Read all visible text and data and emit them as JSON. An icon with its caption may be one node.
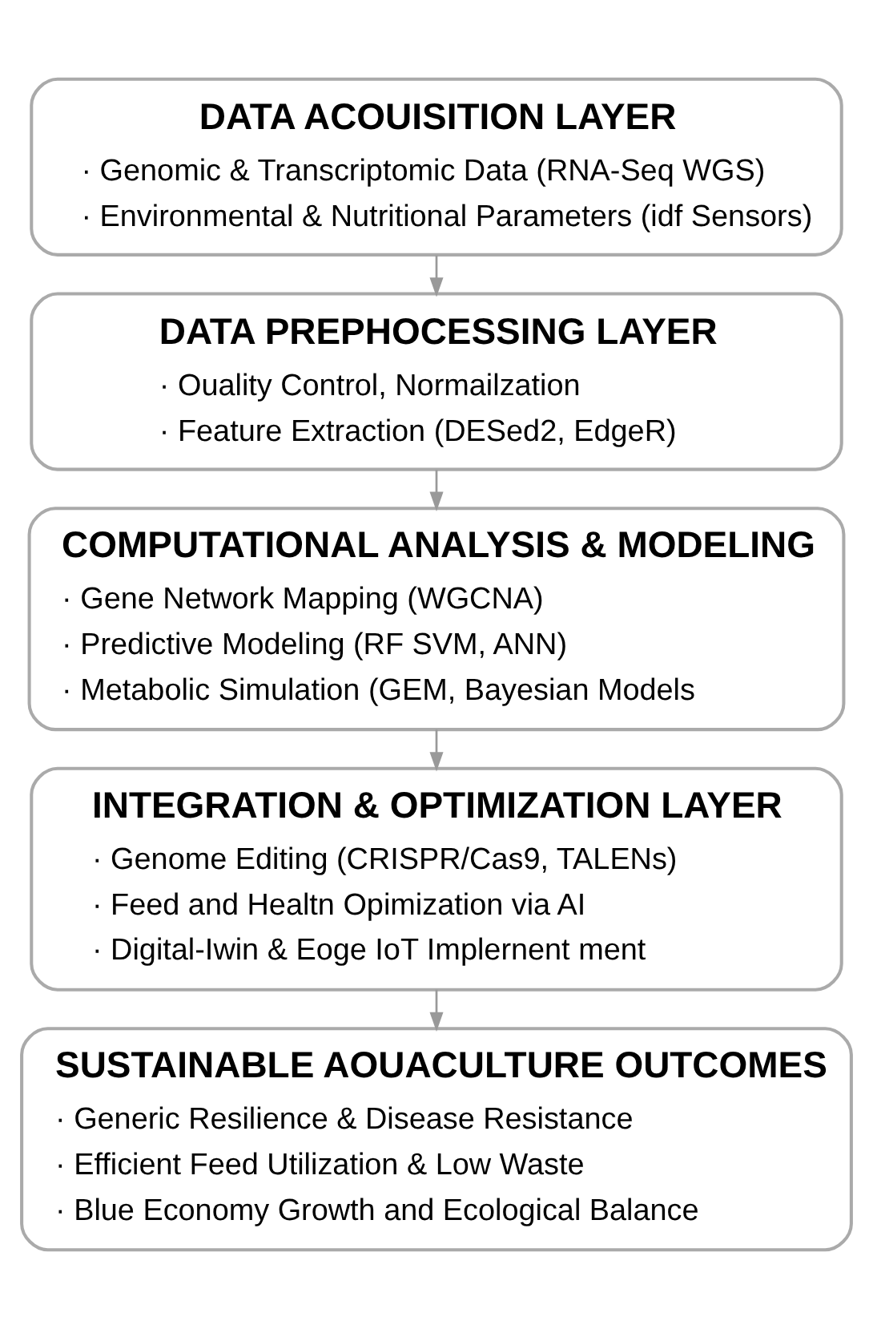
{
  "diagram": {
    "nodes": [
      {
        "text": [
          "DATA ACOUISITION LAYER",
          "· Genomic & Transcriptomic Data (RNA-Seq WGS)",
          "· Environmental & Nutritional Parameters (idf Sensors)"
        ]
      },
      {
        "text": [
          "DATA PREPHOCESSING LAYER",
          "· Ouality Control, Normailzation",
          "· Feature Extraction (DESed2, EdgeR)"
        ]
      },
      {
        "text": [
          "COMPUTATIONAL ANALYSIS & MODELING",
          "· Gene Network Mapping (WGCNA)",
          "· Predictive Modeling (RF SVM, ANN)",
          "· Metabolic Simulation (GEM, Bayesian Models"
        ]
      },
      {
        "text": [
          "INTEGRATION & OPTIMIZATION LAYER",
          "· Genome Editing (CRISPR/Cas9, TALENs)",
          "· Feed and Healtn Opimization via AI",
          "· Digital-Iwin & Eoge IoT Implernent ment"
        ]
      },
      {
        "text": [
          "SUSTAINABLE AOUACULTURE OUTCOMES",
          "· Generic Resilience & Disease Resistance",
          "· Efficient Feed Utilization & Low Waste",
          "· Blue Economy Growth and Ecological Balance"
        ]
      }
    ],
    "edges": [
      {
        "from": 0,
        "to": 1,
        "arrow": "to"
      },
      {
        "from": 1,
        "to": 2,
        "arrow": "to"
      },
      {
        "from": 2,
        "to": 3,
        "arrow": "to"
      },
      {
        "from": 3,
        "to": 4,
        "arrow": "to"
      }
    ]
  }
}
